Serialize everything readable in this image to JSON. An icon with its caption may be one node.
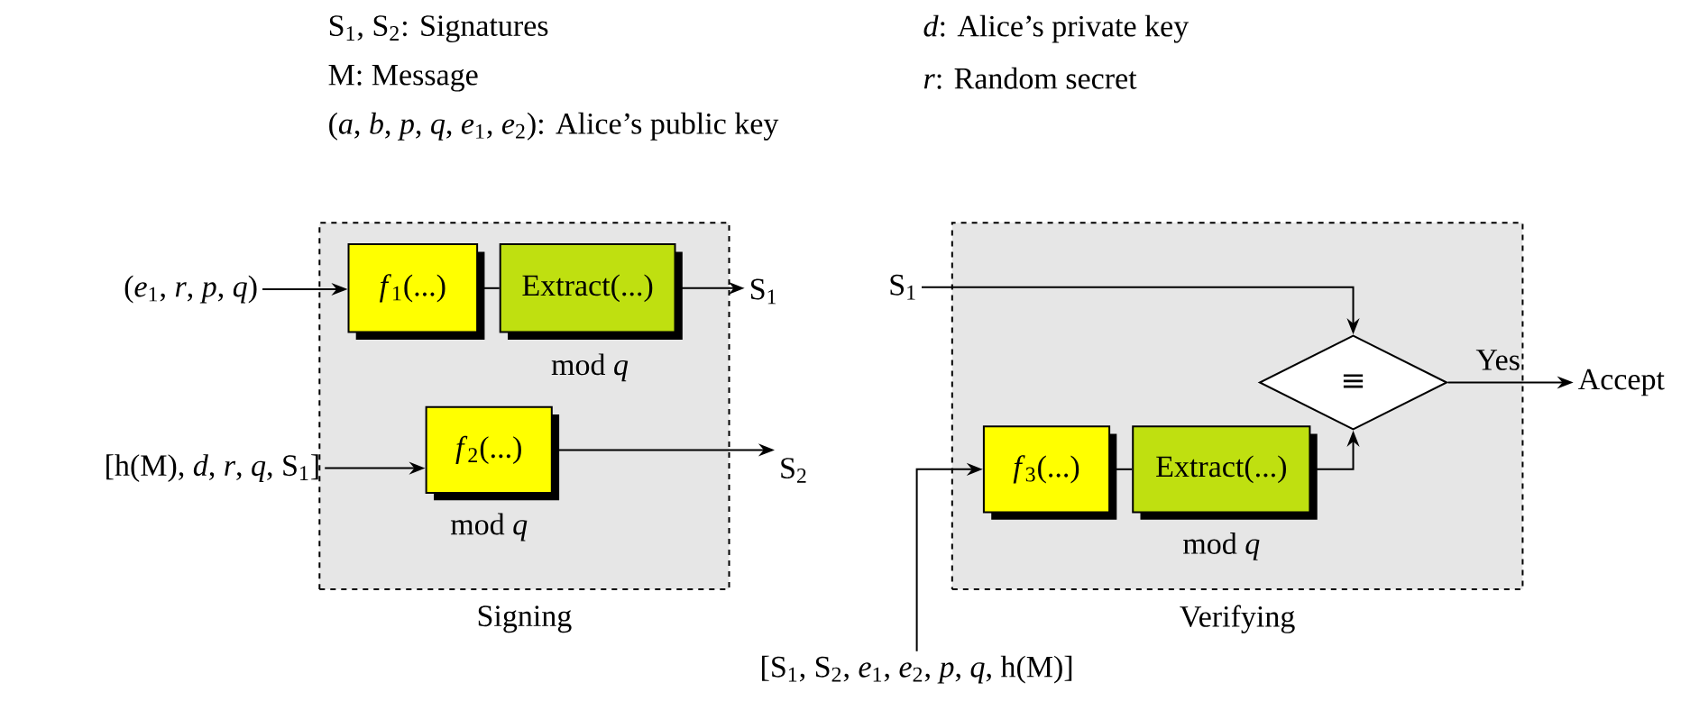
{
  "diagram": {
    "nodes": [
      {
        "text": [
          "Signing"
        ]
      },
      {
        "text": [
          "Verifying"
        ]
      },
      {
        "text": [
          "*f*$_{1}$(...)"
        ],
        "in": 0
      },
      {
        "text": [
          "Extract(...)"
        ],
        "in": 0,
        "beside": [
          "mod *q*"
        ]
      },
      {
        "text": [
          "*f*$_{2}$(...)"
        ],
        "in": 0,
        "beside": [
          "mod *q*"
        ]
      },
      {
        "text": [
          "*f*$_{3}$(...)"
        ],
        "in": 1
      },
      {
        "text": [
          "Extract(...)"
        ],
        "in": 1,
        "beside": [
          "mod *q*"
        ]
      },
      {
        "text": [
          "≡"
        ],
        "in": 1
      },
      {
        "text": [
          "(*e*$_{1}$, *r*, *p*, *q*)"
        ]
      },
      {
        "text": [
          "S$_{1}$"
        ]
      },
      {
        "text": [
          "[h(M), *d*, *r*, *q*, S$_{1}$]"
        ]
      },
      {
        "text": [
          "S$_{2}$"
        ]
      },
      {
        "text": [
          "S$_{1}$"
        ]
      },
      {
        "text": [
          "Accept"
        ]
      },
      {
        "text": [
          "[S$_{1}$, S$_{2}$, *e*$_{1}$, *e*$_{2}$, *p*, *q*, h(M)]"
        ]
      }
    ],
    "edges": [
      {
        "from": 8,
        "to": 2,
        "arrow": "to"
      },
      {
        "from": 2,
        "to": 3,
        "arrow": "none"
      },
      {
        "from": 3,
        "to": 9,
        "arrow": "to"
      },
      {
        "from": 10,
        "to": 4,
        "arrow": "to"
      },
      {
        "from": 4,
        "to": 11,
        "arrow": "to"
      },
      {
        "from": 12,
        "to": 7,
        "arrow": "to"
      },
      {
        "from": 14,
        "to": 5,
        "arrow": "to"
      },
      {
        "from": 5,
        "to": 6,
        "arrow": "none"
      },
      {
        "from": 6,
        "to": 7,
        "arrow": "to"
      },
      {
        "from": 7,
        "to": 13,
        "arrow": "to",
        "label": "Yes"
      }
    ],
    "labels": [
      "S$_{1}$, S$_{2}$: Signatures",
      "*d*: Alice’s private key",
      "M: Message",
      "*r*: Random secret",
      "(*a*, *b*, *p*, *q*, *e*$_{1}$, *e*$_{2}$): Alice’s public key"
    ]
  }
}
